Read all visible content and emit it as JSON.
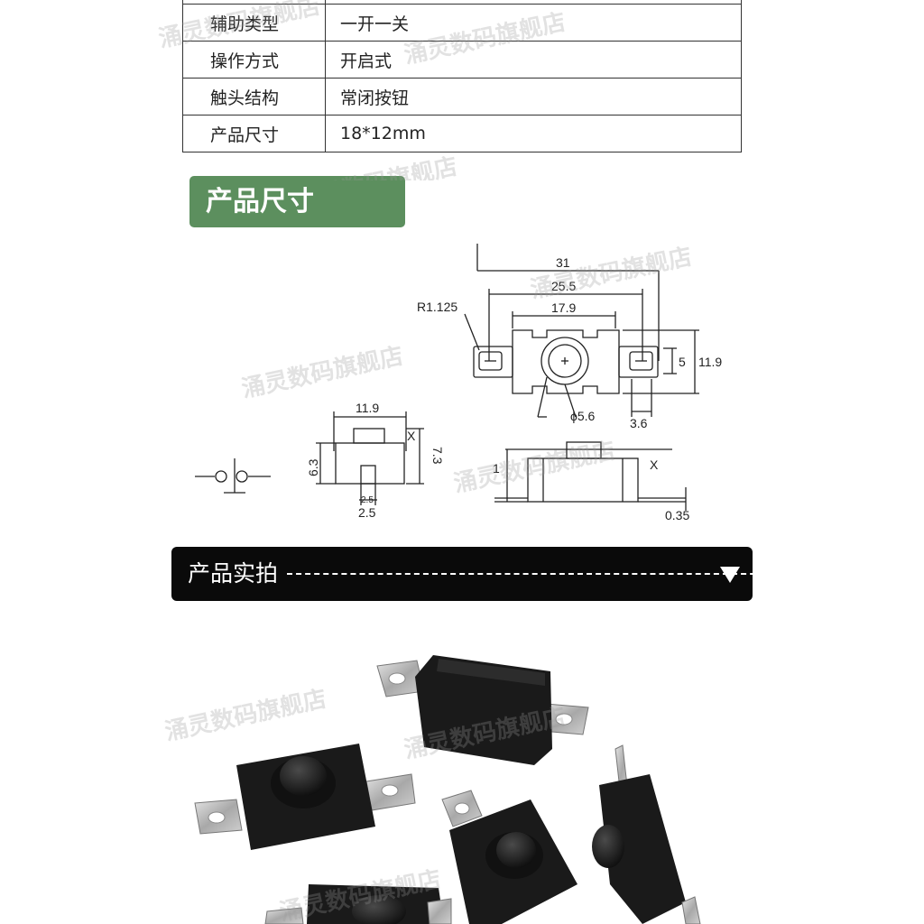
{
  "spec_table": {
    "rows": [
      {
        "key": "辅助类型",
        "value": "一开一关"
      },
      {
        "key": "操作方式",
        "value": "开启式"
      },
      {
        "key": "触头结构",
        "value": "常闭按钮"
      },
      {
        "key": "产品尺寸",
        "value": "18*12mm"
      }
    ]
  },
  "sections": {
    "size_header": "产品尺寸",
    "photo_header": "产品实拍"
  },
  "diagram": {
    "top_view": {
      "overall_width": "31",
      "hole_pitch": "25.5",
      "body_width": "17.9",
      "corner_radius": "R1.125",
      "height": "11.9",
      "tab_height": "5",
      "button_diameter": "ϕ5.6",
      "tab_width": "3.6"
    },
    "side_view": {
      "width": "11.9",
      "height_body": "6.3",
      "height_total": "7.3",
      "stroke_mark": "X",
      "pin_width_small": "2.5",
      "pin_width": "2.5"
    },
    "front_view": {
      "stroke_mark": "X",
      "offset": "1",
      "thickness": "0.35"
    }
  },
  "watermark": "涌灵数码旗舰店",
  "colors": {
    "green_header": "#5c8f5e",
    "black_bar": "#0a0a0a"
  }
}
